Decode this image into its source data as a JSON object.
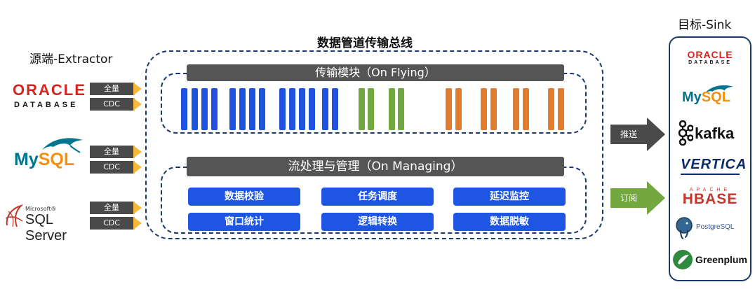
{
  "source": {
    "title": "源端-Extractor",
    "logos": [
      {
        "name": "ORACLE",
        "sub": "DATABASE",
        "tags": [
          "全量",
          "CDC"
        ]
      },
      {
        "name_my": "My",
        "name_sql": "SQL",
        "tags": [
          "全量",
          "CDC"
        ]
      },
      {
        "brand_small": "Microsoft®",
        "name": "SQL Server",
        "tags": [
          "全量",
          "CDC"
        ]
      }
    ]
  },
  "bus": {
    "title": "数据管道传输总线",
    "transfer_bar": "传输模块（On Flying）",
    "manage_bar": "流处理与管理（On Managing）",
    "functions": [
      "数据校验",
      "任务调度",
      "延迟监控",
      "窗口统计",
      "逻辑转换",
      "数据脱敏"
    ]
  },
  "arrows": {
    "push": "推送",
    "subscribe": "订阅"
  },
  "sink": {
    "title": "目标-Sink",
    "oracle": "ORACLE",
    "oracle_sub": "DATABASE",
    "mysql_my": "My",
    "mysql_sql": "SQL",
    "kafka": "kafka",
    "vertica": "VERTICA",
    "hbase_top": "APACHE",
    "hbase": "HBASE",
    "postgres": "PostgreSQL",
    "greenplum": "Greenplum"
  },
  "colors": {
    "blue_packet": "#1f52e0",
    "green_packet": "#72a83f",
    "orange_packet": "#e07d2e",
    "function_button": "#1e56e3",
    "tag_body": "#4a4a4a",
    "tag_arrow": "#f6b93b",
    "push_arrow": "#4a4a4a",
    "subscribe_arrow": "#72a83f",
    "border": "#1b3a6b"
  }
}
